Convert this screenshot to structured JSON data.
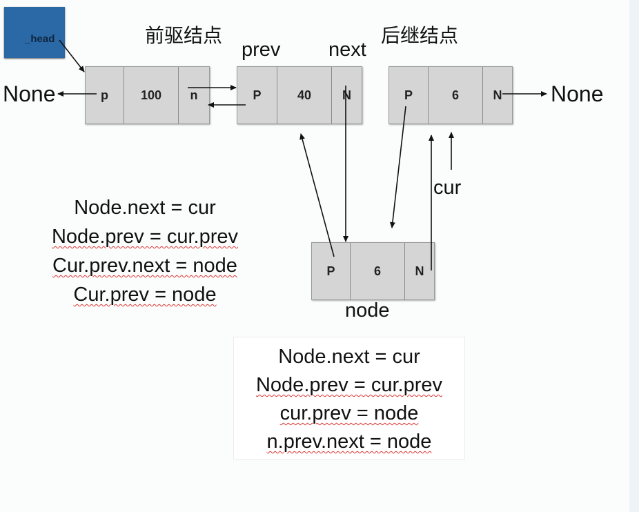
{
  "head_label": "_head",
  "label_pred": "前驱结点",
  "label_succ": "后继结点",
  "label_prev": "prev",
  "label_next": "next",
  "label_cur": "cur",
  "label_node": "node",
  "none_left": "None",
  "none_right": "None",
  "nodes": {
    "n1": [
      "p",
      "100",
      "n"
    ],
    "n2": [
      "P",
      "40",
      "N"
    ],
    "n3": [
      "P",
      "6",
      "N"
    ],
    "new": [
      "P",
      "6",
      "N"
    ]
  },
  "code_left": [
    "Node.next = cur",
    "Node.prev = cur.prev",
    "Cur.prev.next = node",
    "Cur.prev = node"
  ],
  "code_box": [
    "Node.next = cur",
    "Node.prev = cur.prev",
    "cur.prev = node",
    "n.prev.next = node"
  ],
  "colors": {
    "head": "#2a69a6",
    "cell": "#d5d5d5",
    "squiggle": "#d33333"
  }
}
